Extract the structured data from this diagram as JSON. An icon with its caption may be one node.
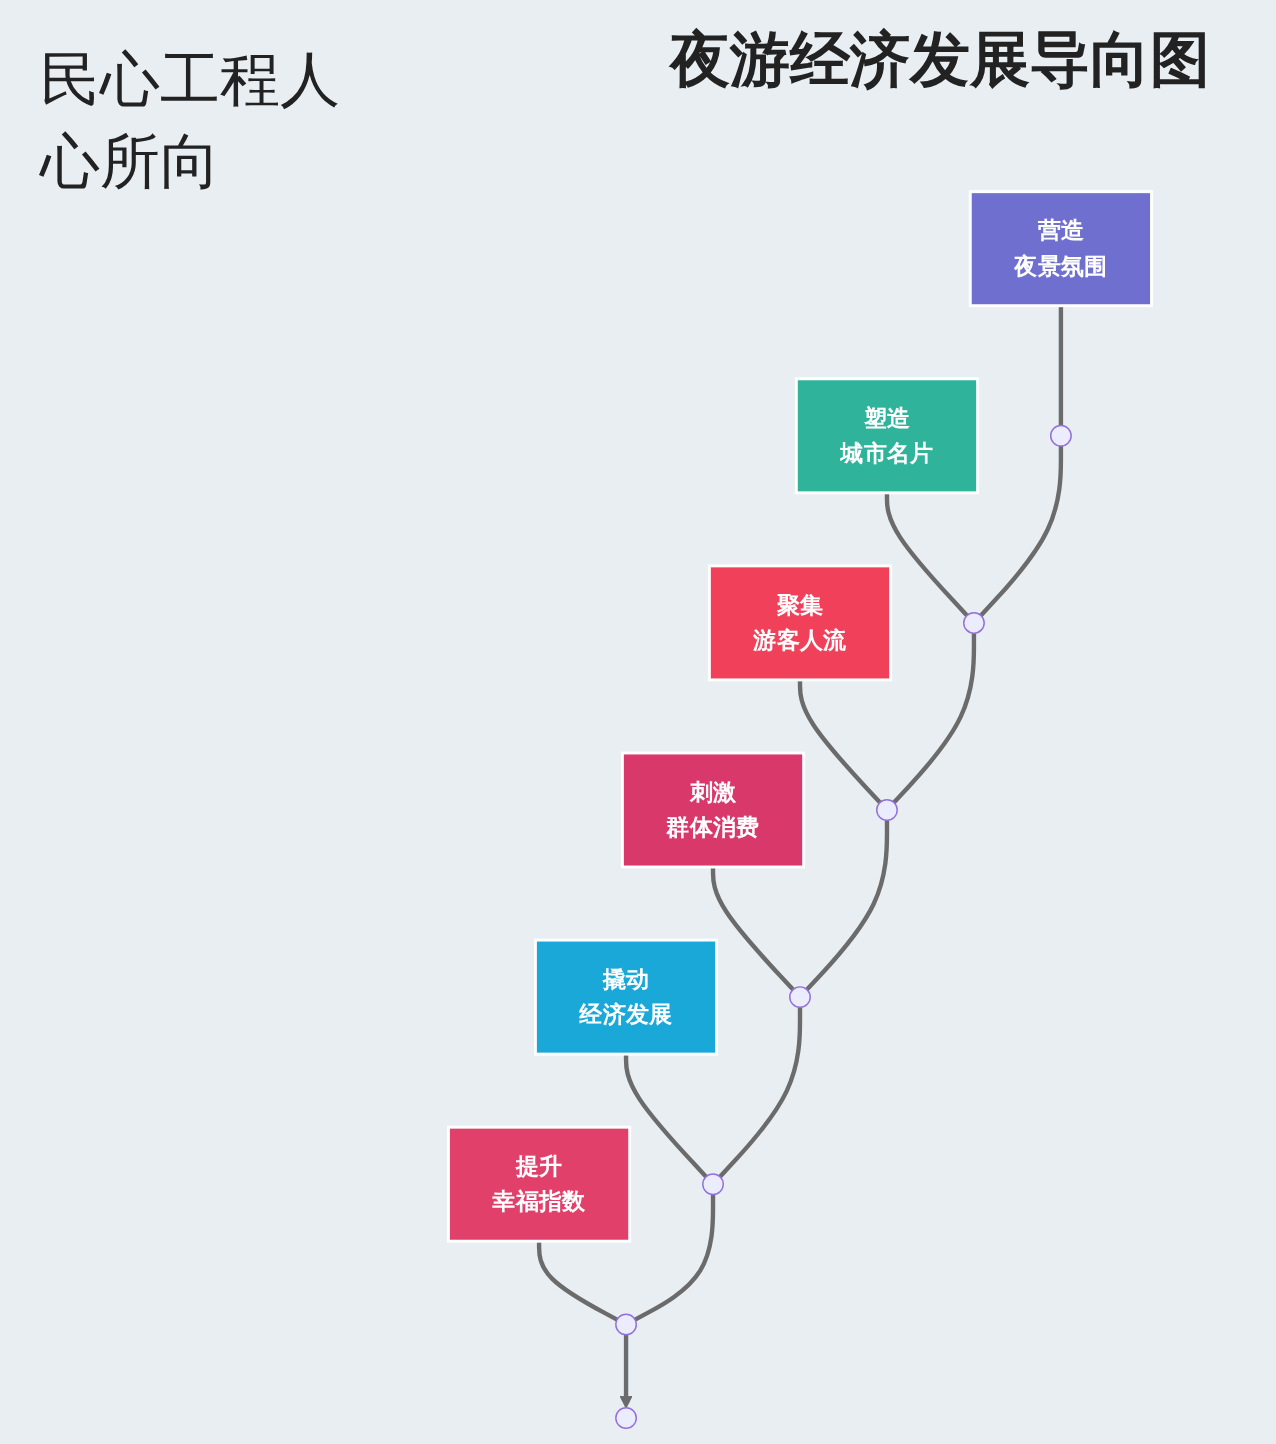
{
  "diagram": {
    "title": "夜游经济发展导向图",
    "nodes": [
      {
        "text": [
          "营造",
          "夜景氛围"
        ]
      },
      {
        "text": [],
        "shape": "circle"
      },
      {
        "text": [
          "塑造",
          "城市名片"
        ]
      },
      {
        "text": [],
        "shape": "circle"
      },
      {
        "text": [
          "聚集",
          "游客人流"
        ]
      },
      {
        "text": [],
        "shape": "circle"
      },
      {
        "text": [
          "刺激",
          "群体消费"
        ]
      },
      {
        "text": [],
        "shape": "circle"
      },
      {
        "text": [
          "撬动",
          "经济发展"
        ]
      },
      {
        "text": [],
        "shape": "circle"
      },
      {
        "text": [
          "提升",
          "幸福指数"
        ]
      },
      {
        "text": [],
        "shape": "circle"
      },
      {
        "text": [],
        "shape": "circle"
      }
    ],
    "edges": [
      {
        "from": 0,
        "to": 1,
        "arrow": "none"
      },
      {
        "from": 2,
        "to": 3,
        "arrow": "none"
      },
      {
        "from": 4,
        "to": 5,
        "arrow": "none"
      },
      {
        "from": 6,
        "to": 7,
        "arrow": "none"
      },
      {
        "from": 8,
        "to": 9,
        "arrow": "none"
      },
      {
        "from": 10,
        "to": 11,
        "arrow": "none"
      },
      {
        "from": 1,
        "to": 3,
        "arrow": "none"
      },
      {
        "from": 3,
        "to": 5,
        "arrow": "none"
      },
      {
        "from": 5,
        "to": 7,
        "arrow": "none"
      },
      {
        "from": 7,
        "to": 9,
        "arrow": "none"
      },
      {
        "from": 9,
        "to": 11,
        "arrow": "none"
      },
      {
        "from": 11,
        "to": 12,
        "arrow": "to"
      }
    ],
    "labels": [
      "民心工程人心所向"
    ]
  }
}
